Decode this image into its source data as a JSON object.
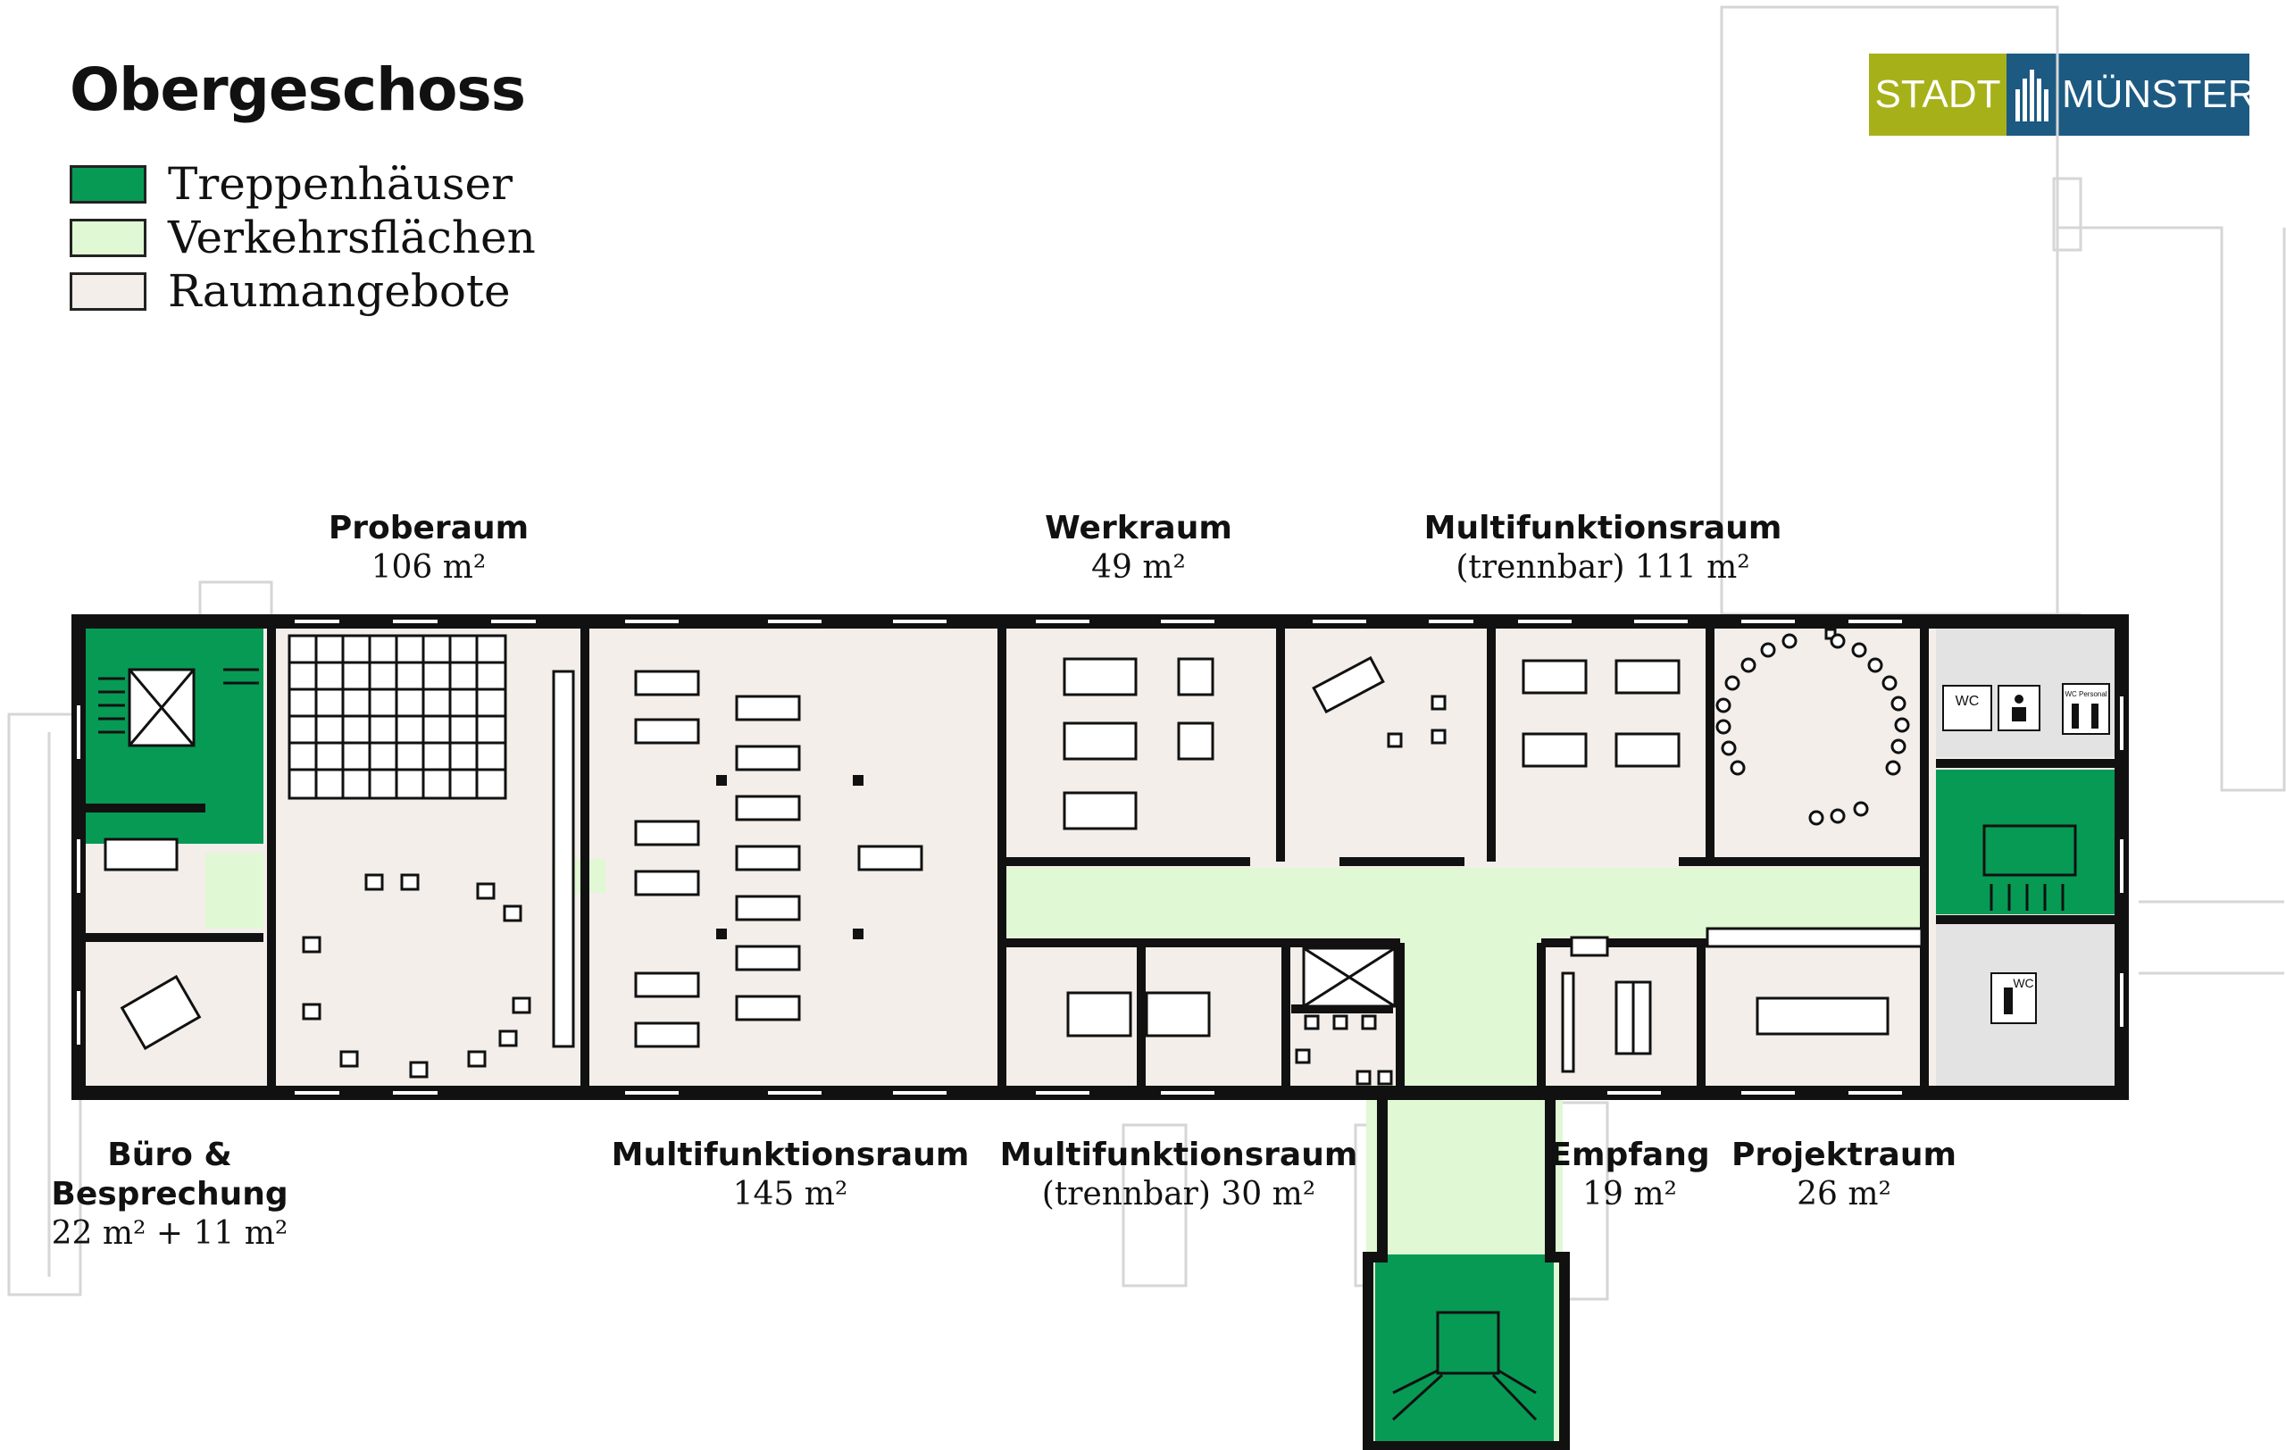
{
  "title": "Obergeschoss",
  "colors": {
    "stair": "#079a55",
    "circulation": "#e0f8d4",
    "room": "#f3eee9",
    "wall": "#111111",
    "logo_green": "#a6b11a",
    "logo_blue": "#1c5a82",
    "wc": "#e3e3e3"
  },
  "legend": [
    {
      "label": "Treppenhäuser",
      "color": "#079a55"
    },
    {
      "label": "Verkehrsflächen",
      "color": "#e0f8d4"
    },
    {
      "label": "Raumangebote",
      "color": "#f3eee9"
    }
  ],
  "logo": {
    "left": "STADT",
    "right": "MÜNSTER",
    "mark_icon": "cathedral-pipes-icon"
  },
  "labels": {
    "proberaum": {
      "name": "Proberaum",
      "area": "106 m²"
    },
    "werkraum": {
      "name": "Werkraum",
      "area": "49 m²"
    },
    "multi_top": {
      "name": "Multifunktionsraum",
      "area": "(trennbar) 111 m²"
    },
    "buero": {
      "name1": "Büro &",
      "name2": "Besprechung",
      "area": "22 m² + 11 m²"
    },
    "multi_145": {
      "name": "Multifunktionsraum",
      "area": "145 m²"
    },
    "multi_30": {
      "name": "Multifunktionsraum",
      "area": "(trennbar) 30 m²"
    },
    "empfang": {
      "name": "Empfang",
      "area": "19 m²"
    },
    "projektraum": {
      "name": "Projektraum",
      "area": "26 m²"
    }
  },
  "wc_signs": {
    "wc": "WC",
    "staff": "WC Personal"
  }
}
